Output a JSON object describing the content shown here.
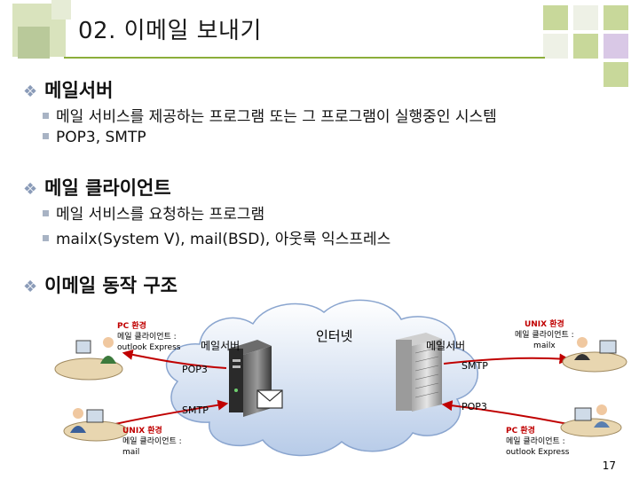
{
  "slide": {
    "title": "02. 이메일 보내기",
    "page_number": "17"
  },
  "bullets": [
    {
      "heading": "메일서버",
      "items": [
        "메일 서비스를 제공하는 프로그램 또는 그 프로그램이 실행중인 시스템",
        "POP3, SMTP"
      ]
    },
    {
      "heading": "메일 클라이언트",
      "items": [
        "메일 서비스를 요청하는 프로그램",
        "mailx(System V), mail(BSD), 아웃룩 익스프레스"
      ]
    },
    {
      "heading": "이메일 동작 구조",
      "items": []
    }
  ],
  "diagram": {
    "top_left": {
      "env": "PC 환경",
      "client": "메일 클라이언트 :",
      "app": "outlook Express"
    },
    "bottom_left": {
      "env": "UNIX 환경",
      "client": "메일 클라이언트 :",
      "app": "mail"
    },
    "top_right": {
      "env": "UNIX 환경",
      "client": "메일 클라이언트 :",
      "app": "mailx"
    },
    "bottom_right": {
      "env": "PC 환경",
      "client": "메일 클라이언트 :",
      "app": "outlook Express"
    },
    "left_server": "메일서버",
    "right_server": "메일서버",
    "internet": "인터넷",
    "arrows": {
      "left_top": "POP3",
      "left_bottom": "SMTP",
      "right_top": "SMTP",
      "right_bottom": "POP3"
    }
  },
  "colors": {
    "accent_green": "#8cae3a",
    "square_green": "#c8d89a",
    "arrow_red": "#c00000"
  }
}
